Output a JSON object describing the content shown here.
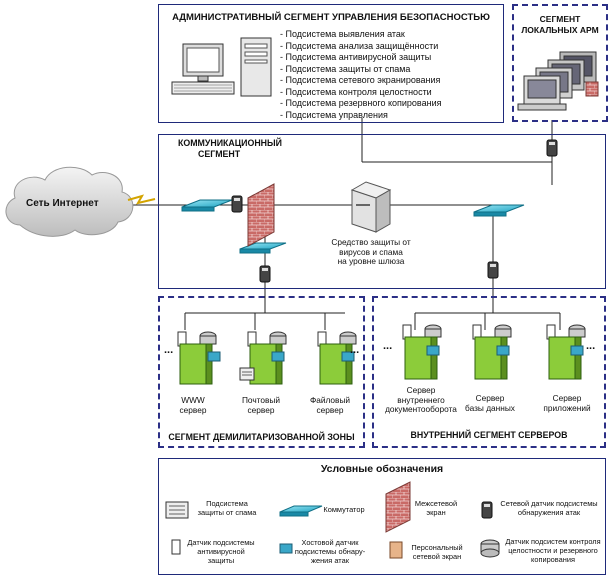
{
  "admin_segment": {
    "title": "АДМИНИСТРАТИВНЫЙ СЕГМЕНТ УПРАВЛЕНИЯ БЕЗОПАСНОСТЬЮ",
    "subsystems": [
      "- Подсистема выявления атак",
      "- Подсистема анализа защищённости",
      "- Подсистема антивирусной защиты",
      "- Подсистема защиты от спама",
      "- Подсистема сетевого экранирования",
      "- Подсистема контроля целостности",
      "- Подсистема резервного копирования",
      "- Подсистема управления"
    ]
  },
  "local_arm": {
    "title_line1": "СЕГМЕНТ",
    "title_line2": "ЛОКАЛЬНЫХ АРМ"
  },
  "comm_segment": {
    "title_line1": "КОММУНИКАЦИОННЫЙ",
    "title_line2": "СЕГМЕНТ"
  },
  "internet": {
    "label": "Сеть Интернет"
  },
  "gateway": {
    "line1": "Средство защиты от",
    "line2": "вирусов и спама",
    "line3": "на уровне шлюза"
  },
  "dmz": {
    "title": "СЕГМЕНТ ДЕМИЛИТАРИЗОВАННОЙ ЗОНЫ",
    "servers": [
      {
        "line1": "WWW",
        "line2": "сервер"
      },
      {
        "line1": "Почтовый",
        "line2": "сервер"
      },
      {
        "line1": "Файловый",
        "line2": "сервер"
      }
    ],
    "dots": "..."
  },
  "internal": {
    "title": "ВНУТРЕННИЙ СЕГМЕНТ СЕРВЕРОВ",
    "servers": [
      {
        "line1": "Сервер",
        "line2": "внутреннего",
        "line3": "документооборота"
      },
      {
        "line1": "Сервер",
        "line2": "базы данных"
      },
      {
        "line1": "Сервер",
        "line2": "приложений"
      }
    ],
    "dots": "..."
  },
  "legend": {
    "title": "Условные обозначения",
    "items": [
      {
        "line1": "Подсистема",
        "line2": "защиты от спама"
      },
      {
        "line1": "Коммутатор"
      },
      {
        "line1": "Межсетевой",
        "line2": "экран"
      },
      {
        "line1": "Сетевой датчик подсистемы",
        "line2": "обнаружения атак"
      },
      {
        "line1": "Датчик подсистемы",
        "line2": "антивирусной",
        "line3": "защиты"
      },
      {
        "line1": "Хостовой датчик",
        "line2": "подсистемы обнару-",
        "line3": "жения атак"
      },
      {
        "line1": "Персональный",
        "line2": "сетевой экран"
      },
      {
        "line1": "Датчик подсистем контроля",
        "line2": "целостности и резервного",
        "line3": "копирования"
      }
    ]
  },
  "colors": {
    "frame": "#1f2a7a",
    "dashed": "#2b2f86",
    "server_green": "#8ccc3a",
    "switch_cyan": "#3cc6e0",
    "firewall_red": "#c0504d",
    "cloud": "#d4d4d4"
  }
}
